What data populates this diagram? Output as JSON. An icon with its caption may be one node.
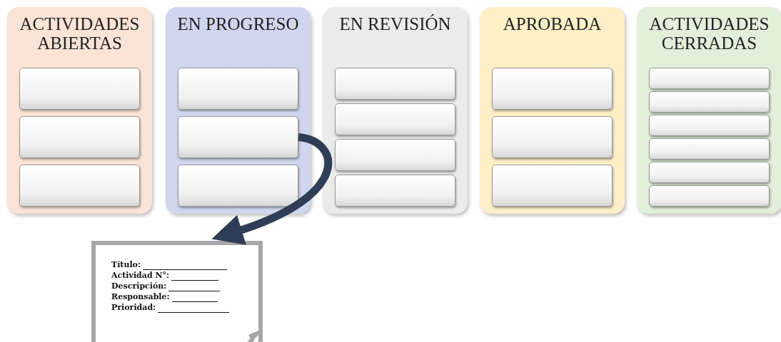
{
  "diagram": {
    "nodes": [
      {
        "text": [
          "ACTIVIDADES ABIERTAS"
        ]
      },
      {
        "text": [],
        "shape": "box",
        "in": 0
      },
      {
        "text": [],
        "shape": "box",
        "in": 0
      },
      {
        "text": [],
        "shape": "box",
        "in": 0
      },
      {
        "text": [
          "EN PROGRESO"
        ]
      },
      {
        "text": [],
        "shape": "box",
        "in": 4
      },
      {
        "text": [],
        "shape": "box",
        "in": 4
      },
      {
        "text": [],
        "shape": "box",
        "in": 4
      },
      {
        "text": [
          "EN REVISIÓN"
        ]
      },
      {
        "text": [],
        "shape": "box",
        "in": 8
      },
      {
        "text": [],
        "shape": "box",
        "in": 8
      },
      {
        "text": [],
        "shape": "box",
        "in": 8
      },
      {
        "text": [],
        "shape": "box",
        "in": 8
      },
      {
        "text": [
          "APROBADA"
        ]
      },
      {
        "text": [],
        "shape": "box",
        "in": 13
      },
      {
        "text": [],
        "shape": "box",
        "in": 13
      },
      {
        "text": [],
        "shape": "box",
        "in": 13
      },
      {
        "text": [
          "ACTIVIDADES CERRADAS"
        ]
      },
      {
        "text": [],
        "shape": "box",
        "in": 17
      },
      {
        "text": [],
        "shape": "box",
        "in": 17
      },
      {
        "text": [],
        "shape": "box",
        "in": 17
      },
      {
        "text": [],
        "shape": "box",
        "in": 17
      },
      {
        "text": [],
        "shape": "box",
        "in": 17
      },
      {
        "text": [],
        "shape": "box",
        "in": 17
      },
      {
        "text": [
          "Título:",
          "Actividad N°:",
          "Descripción:",
          "Responsable:",
          "Prioridad:"
        ]
      }
    ],
    "edges": [
      {
        "from": 6,
        "to": 24,
        "arrow": "to"
      }
    ]
  }
}
